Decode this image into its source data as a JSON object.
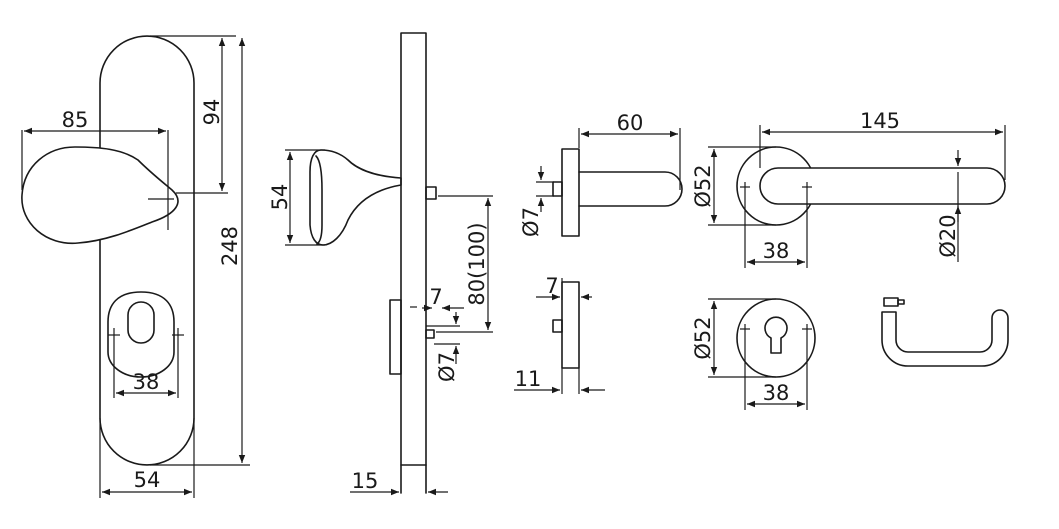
{
  "drawing": {
    "front_plate": {
      "knob_width": "85",
      "top_height": "94",
      "total_height": "248",
      "cylinder_spacing": "38",
      "plate_width": "54"
    },
    "side_view": {
      "knob_height": "54",
      "spindle_offset": "80(100)",
      "pin_size": "7",
      "pin_diameter": "Ø7",
      "plate_thickness": "15"
    },
    "lever_side": {
      "projection": "60",
      "spindle_diameter": "Ø7"
    },
    "escutcheon_side": {
      "thickness": "7",
      "depth": "11"
    },
    "lever_front": {
      "length": "145",
      "rose_diameter": "Ø52",
      "screw_spacing": "38",
      "grip_diameter": "Ø20"
    },
    "escutcheon_front": {
      "rose_diameter": "Ø52",
      "screw_spacing": "38"
    }
  }
}
